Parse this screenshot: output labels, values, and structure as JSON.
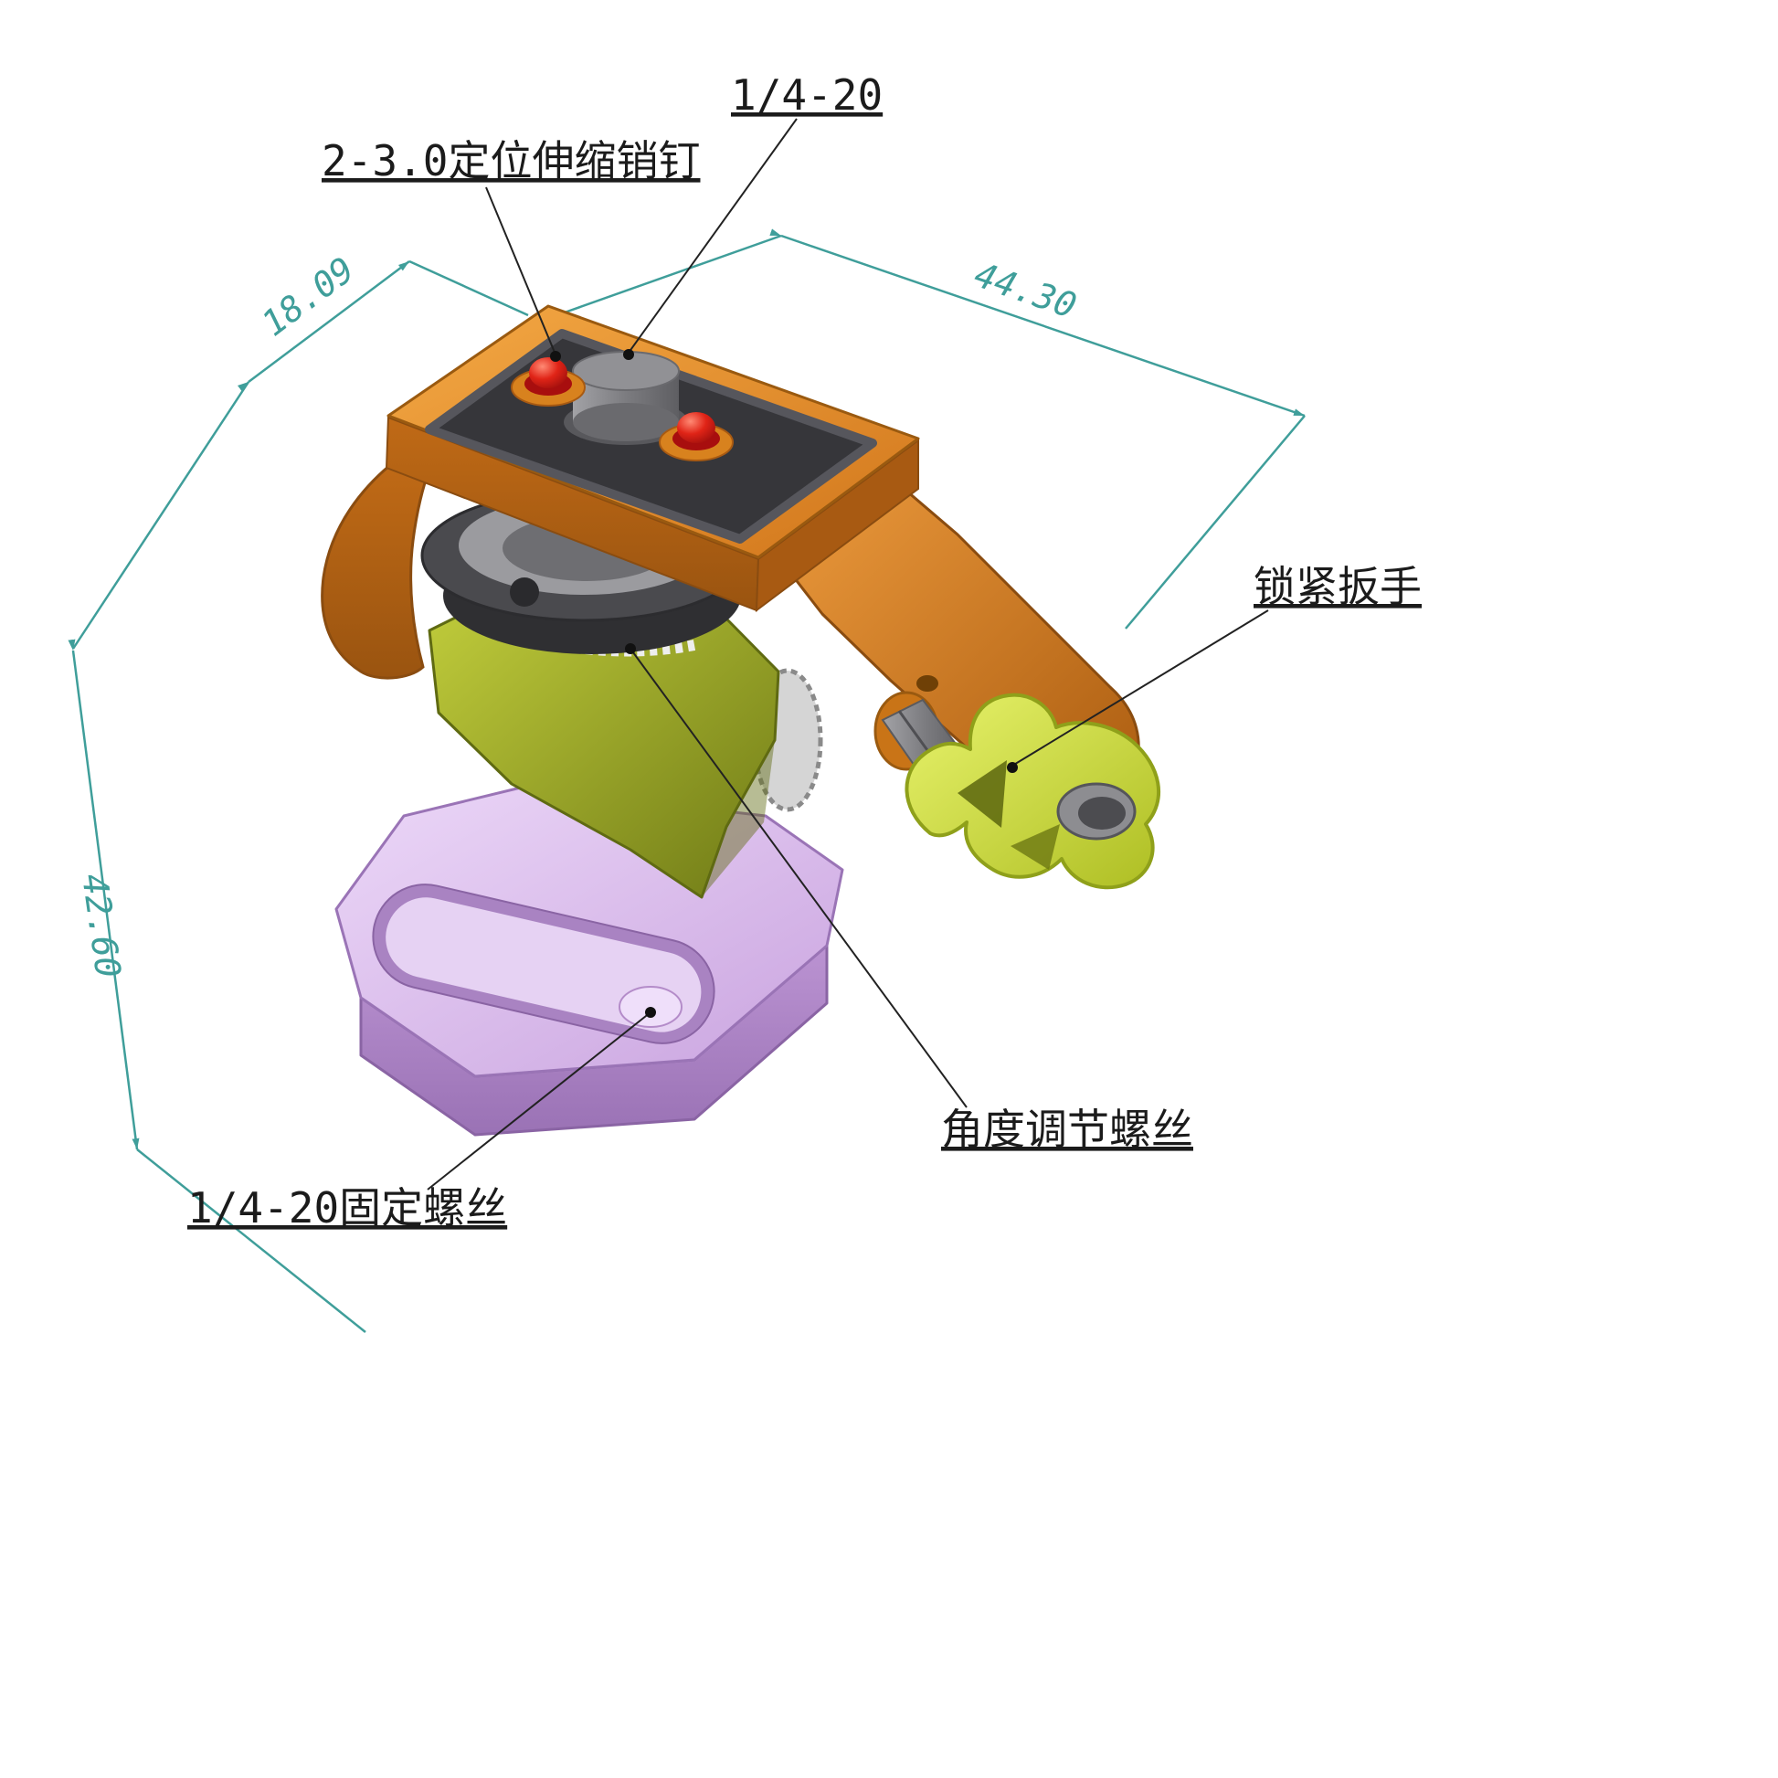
{
  "drawing": {
    "background": "#ffffff",
    "colors": {
      "dimension_line": "#3f9e9a",
      "leader_line": "#222222",
      "clamp_orange": "#e08a28",
      "body_olive": "#9aa527",
      "base_purple": "#d9b8ea",
      "knob_yellow_green": "#d6e44c",
      "top_plate_dark": "#36363a",
      "pin_red": "#cc1111",
      "metal_gray": "#8d8d91"
    },
    "annotations": {
      "pin_label": "2-3.0定位伸缩销钉",
      "screw_top_label": "1/4-20",
      "lock_wrench_label": "锁紧扳手",
      "angle_screw_label": "角度调节螺丝",
      "fixing_screw_label": "1/4-20固定螺丝"
    },
    "dimensions": {
      "width": "44.30",
      "depth": "18.09",
      "height": "42.60"
    }
  }
}
